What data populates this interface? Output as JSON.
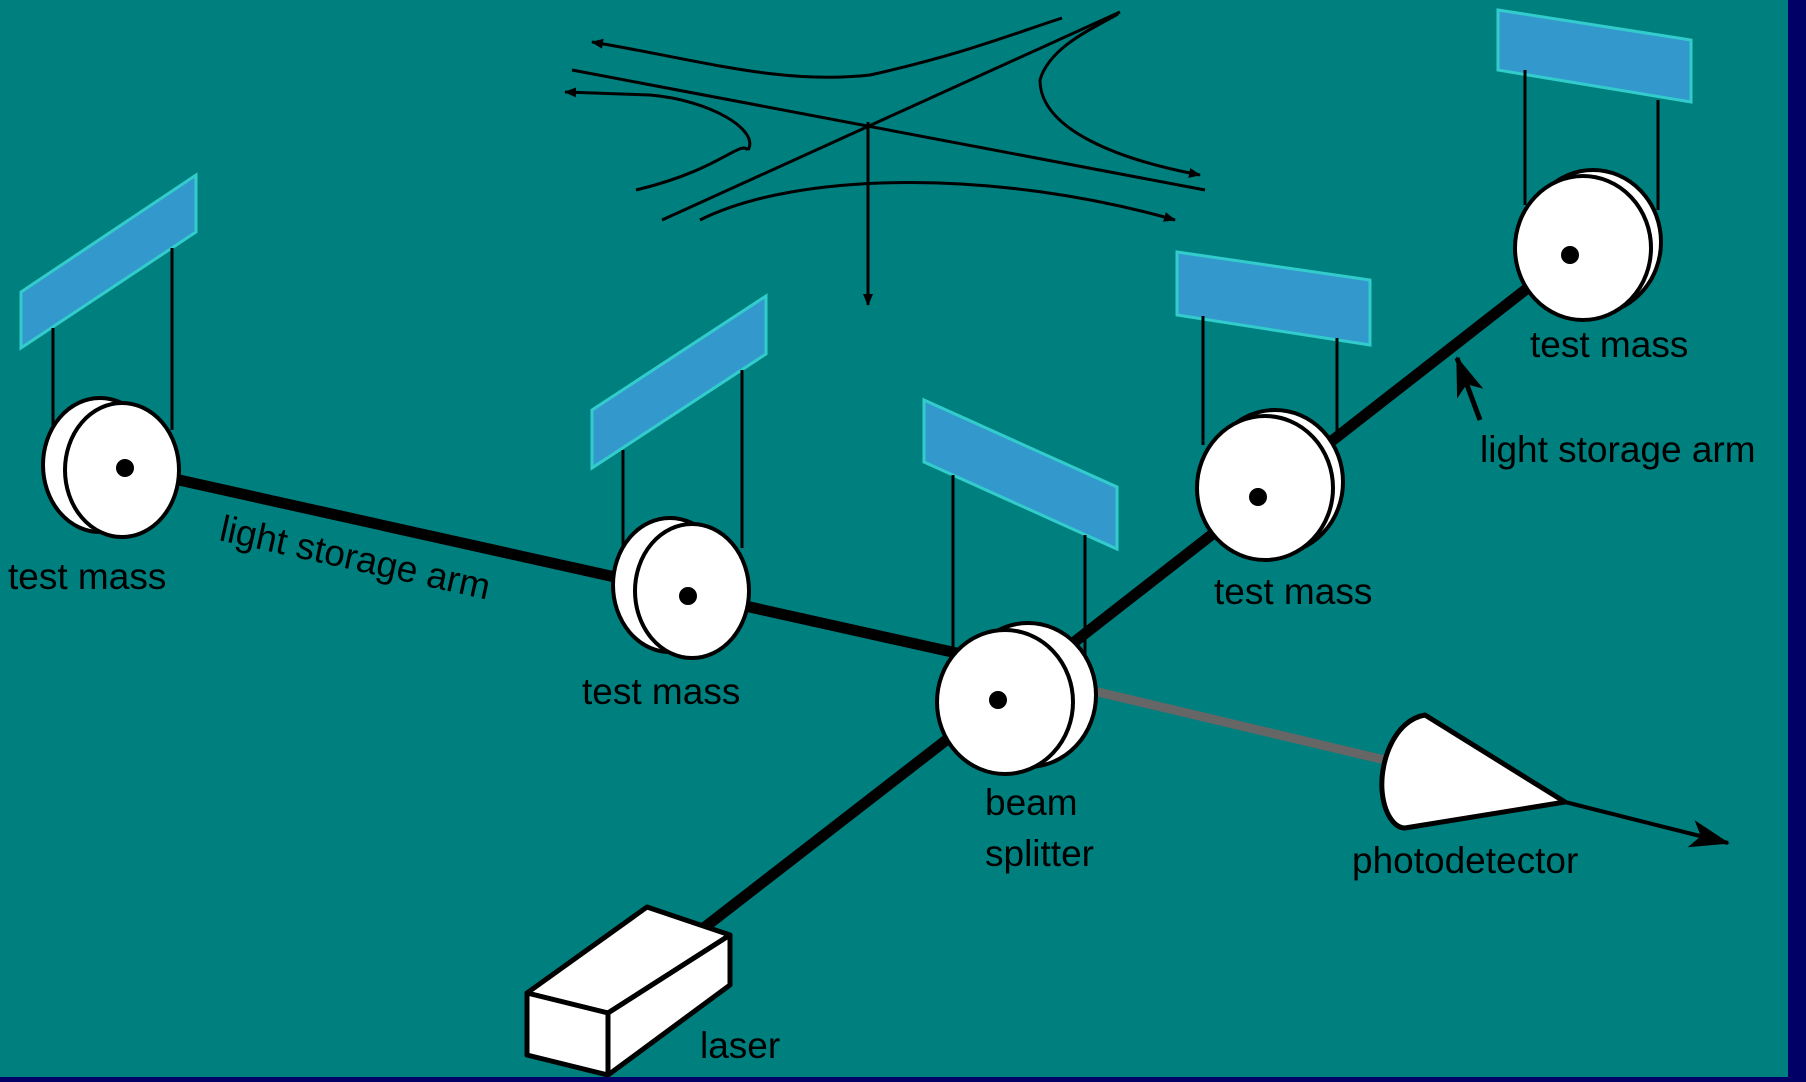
{
  "diagram": {
    "labels": {
      "test_mass_far_left": "test mass",
      "test_mass_near_left": "test mass",
      "test_mass_near_right": "test mass",
      "test_mass_far_right": "test mass",
      "arm_left": "light storage arm",
      "arm_right": "light storage arm",
      "beam_splitter_line1": "beam",
      "beam_splitter_line2": "splitter",
      "photodetector": "photodetector",
      "laser": "laser"
    },
    "colors": {
      "background": "#007f7f",
      "frame": "#000066",
      "suspension_plate": "#3399cc",
      "plate_edge": "#33cccc",
      "mirror": "#ffffff",
      "beam": "#000000",
      "output_beam": "#666666"
    }
  }
}
